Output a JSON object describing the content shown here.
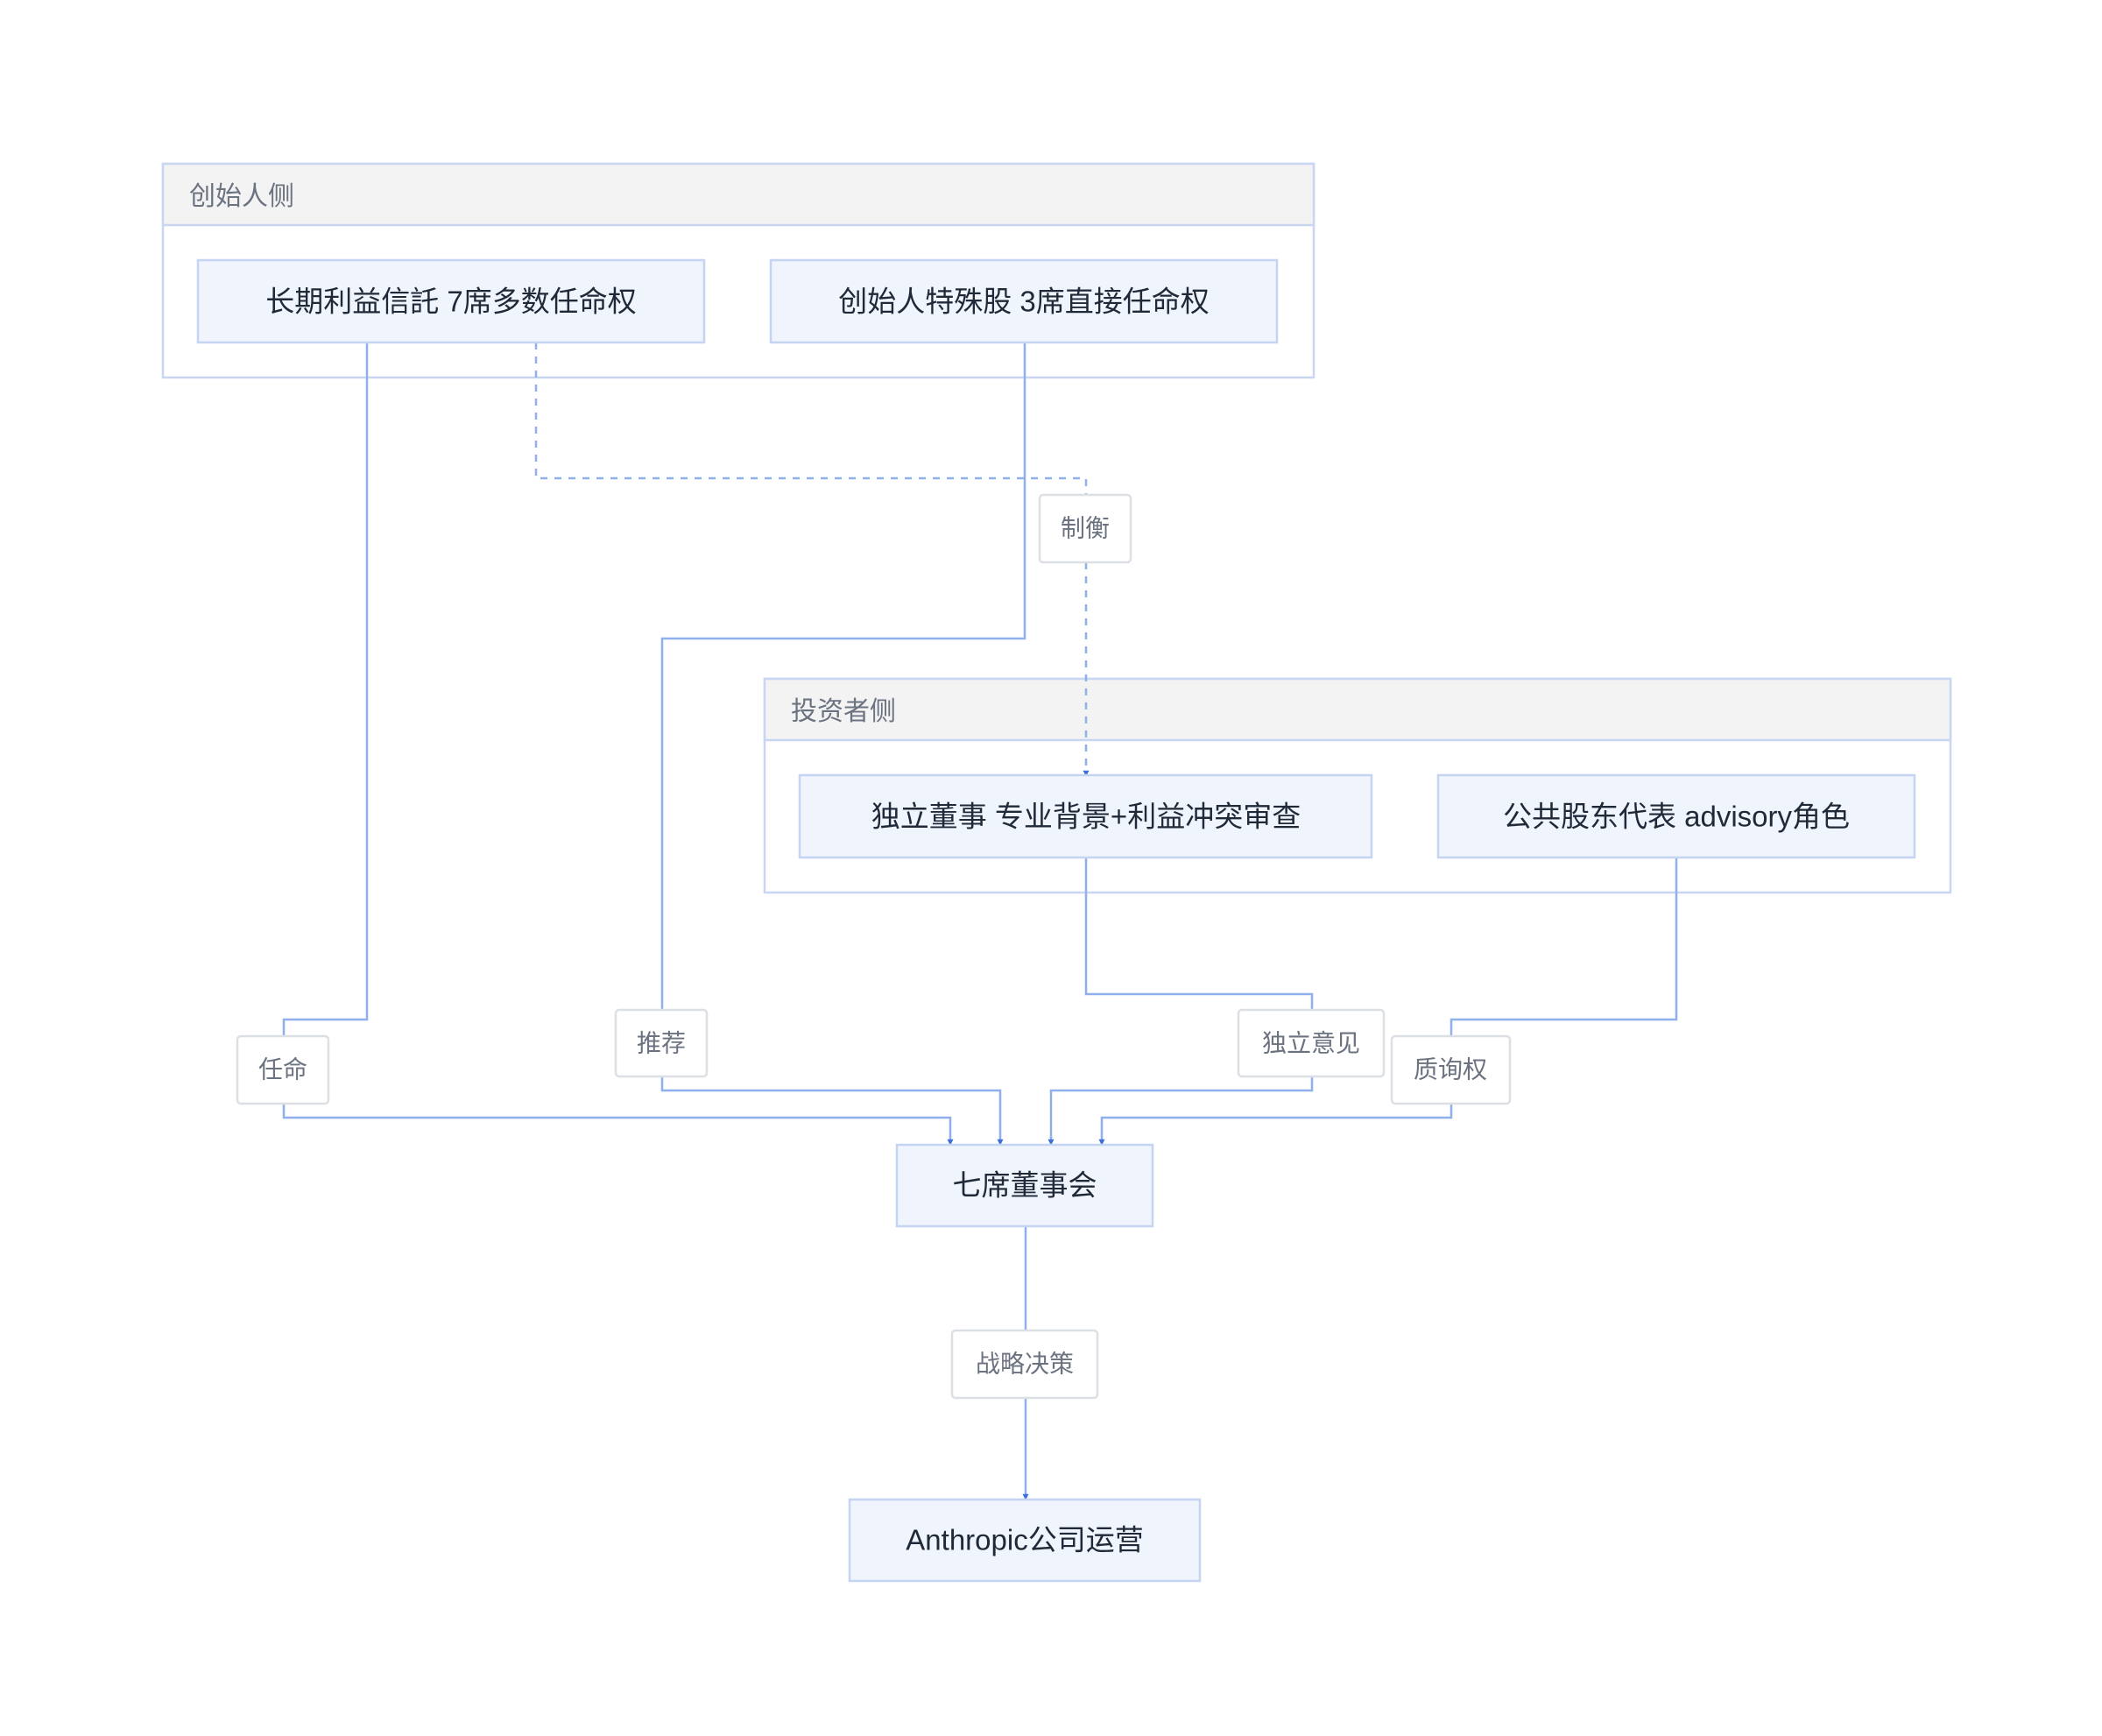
{
  "groups": {
    "founder": {
      "title": "创始人侧"
    },
    "investor": {
      "title": "投资者侧"
    }
  },
  "nodes": {
    "trust": "长期利益信託 7席多数任命权",
    "founder_shares": "创始人特殊股 3席直接任命权",
    "independent_director": "独立董事 专业背景+利益冲突审查",
    "public_rep": "公共股东代表 advisory角色",
    "board": "七席董事会",
    "company": "Anthropic公司运营"
  },
  "edges": {
    "appoint": "任命",
    "check_balance": "制衡",
    "recommend": "推荐",
    "independent_opinion": "独立意见",
    "inquiry": "质询权",
    "strategy": "战略决策"
  },
  "colors": {
    "node_fill": "#eff4fd",
    "node_border": "#c5d4f1",
    "edge": "#8fb0ec",
    "arrowhead": "#3b6fd9",
    "group_header": "#f3f3f3"
  }
}
